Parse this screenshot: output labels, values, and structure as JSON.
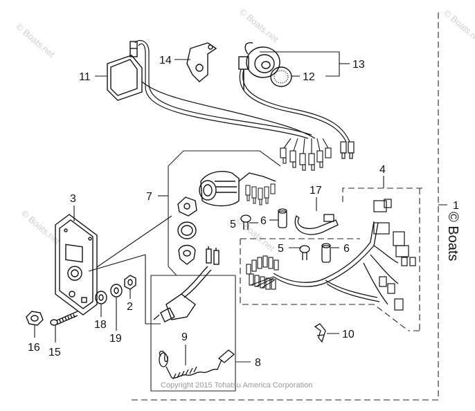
{
  "watermark": "© Boats.net",
  "copyright": "Copyright 2015 Tohatsu America Corporation",
  "side_watermark": "© Boats",
  "callouts": {
    "c1": "1",
    "c2": "2",
    "c3": "3",
    "c4": "4",
    "c5a": "5",
    "c5b": "5",
    "c6a": "6",
    "c6b": "6",
    "c7": "7",
    "c8": "8",
    "c9": "9",
    "c10": "10",
    "c11": "11",
    "c12": "12",
    "c13": "13",
    "c14": "14",
    "c15": "15",
    "c16": "16",
    "c17": "17",
    "c18": "18",
    "c19": "19"
  }
}
